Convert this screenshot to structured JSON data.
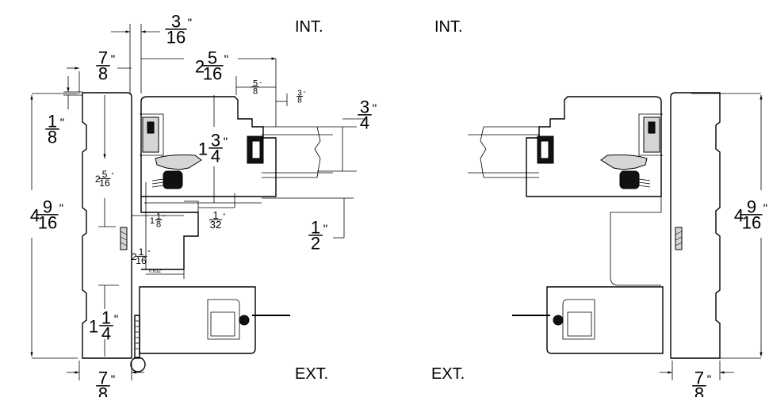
{
  "labels": {
    "int_left": "INT.",
    "int_right": "INT.",
    "ext_left": "EXT.",
    "ext_right": "EXT."
  },
  "dims": {
    "d3_16": {
      "whole": "",
      "num": "3",
      "den": "16",
      "unit": "\""
    },
    "d7_8_top": {
      "whole": "",
      "num": "7",
      "den": "8",
      "unit": "\""
    },
    "d2_5_16": {
      "whole": "2",
      "num": "5",
      "den": "16",
      "unit": "\""
    },
    "d5_8": {
      "whole": "",
      "num": "5",
      "den": "8",
      "unit": "\""
    },
    "d3_8": {
      "whole": "",
      "num": "3",
      "den": "8",
      "unit": "\""
    },
    "d3_4": {
      "whole": "",
      "num": "3",
      "den": "4",
      "unit": "\""
    },
    "d1_8": {
      "whole": "",
      "num": "1",
      "den": "8",
      "unit": "\""
    },
    "d1_3_4": {
      "whole": "1",
      "num": "3",
      "den": "4",
      "unit": "\""
    },
    "d2_5_16v": {
      "whole": "2",
      "num": "5",
      "den": "16",
      "unit": "\""
    },
    "d4_9_16L": {
      "whole": "4",
      "num": "9",
      "den": "16",
      "unit": "\""
    },
    "d1_1_8": {
      "whole": "1",
      "num": "1",
      "den": "8",
      "unit": "\""
    },
    "d1_32": {
      "whole": "",
      "num": "1",
      "den": "32",
      "unit": "\""
    },
    "d1_2": {
      "whole": "",
      "num": "1",
      "den": "2",
      "unit": "\""
    },
    "d2_1_16": {
      "whole": "2",
      "num": "1",
      "den": "16",
      "unit": "\""
    },
    "d0632": {
      "text": "0.632\""
    },
    "d1_1_4": {
      "whole": "1",
      "num": "1",
      "den": "4",
      "unit": "\""
    },
    "d7_8_botL": {
      "whole": "",
      "num": "7",
      "den": "8",
      "unit": "\""
    },
    "d4_9_16R": {
      "whole": "4",
      "num": "9",
      "den": "16",
      "unit": "\""
    },
    "d7_8_botR": {
      "whole": "",
      "num": "7",
      "den": "8",
      "unit": "\""
    }
  }
}
